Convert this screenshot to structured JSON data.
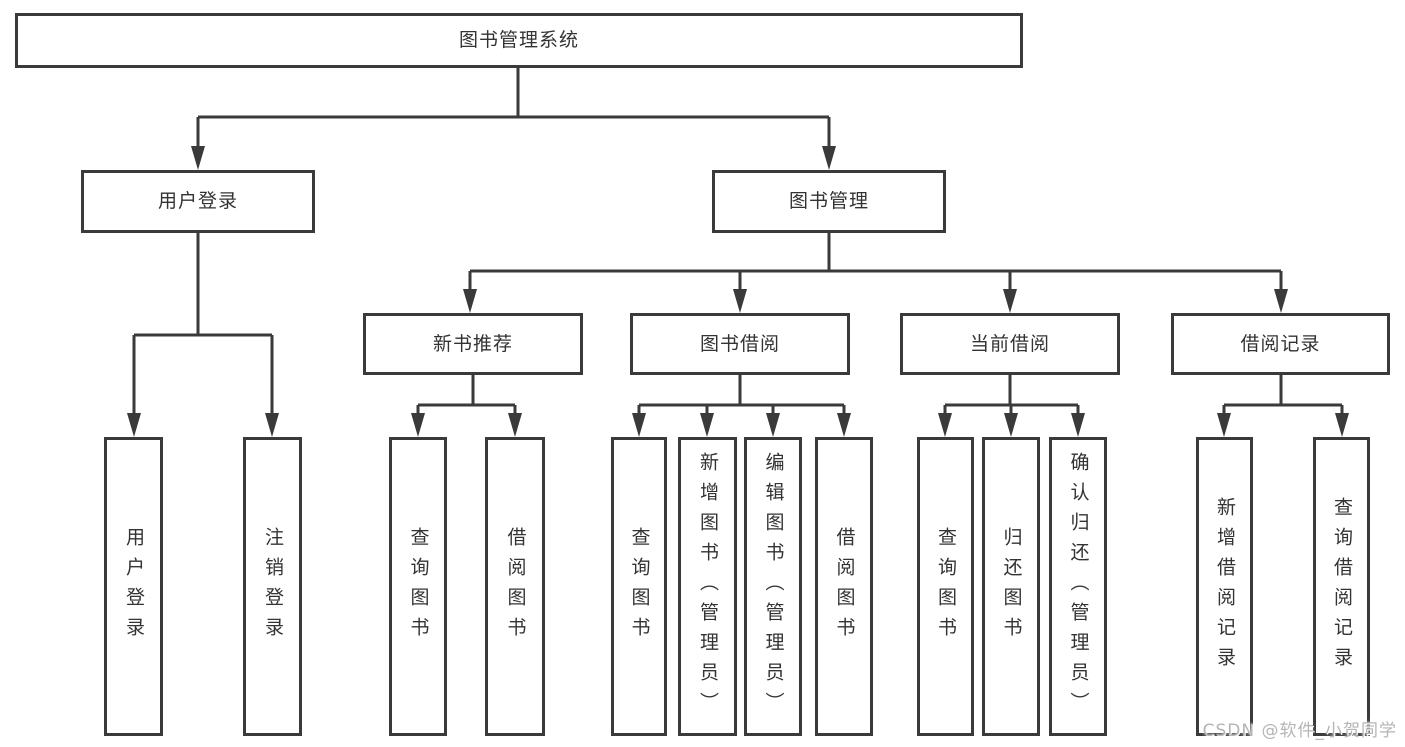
{
  "diagram": {
    "root": {
      "label": "图书管理系统"
    },
    "branches": [
      {
        "label": "用户登录",
        "children": [
          "用户登录",
          "注销登录"
        ]
      },
      {
        "label": "图书管理",
        "groups": [
          {
            "label": "新书推荐",
            "children": [
              "查询图书",
              "借阅图书"
            ]
          },
          {
            "label": "图书借阅",
            "children": [
              "查询图书",
              "新增图书（管理员）",
              "编辑图书（管理员）",
              "借阅图书"
            ]
          },
          {
            "label": "当前借阅",
            "children": [
              "查询图书",
              "归还图书",
              "确认归还（管理员）"
            ]
          },
          {
            "label": "借阅记录",
            "children": [
              "新增借阅记录",
              "查询借阅记录"
            ]
          }
        ]
      }
    ],
    "watermark": "CSDN @软件_小贺同学",
    "colors": {
      "line": "#3a3a3a",
      "text": "#333333",
      "watermark": "#b5b5b5",
      "background": "#ffffff"
    }
  }
}
